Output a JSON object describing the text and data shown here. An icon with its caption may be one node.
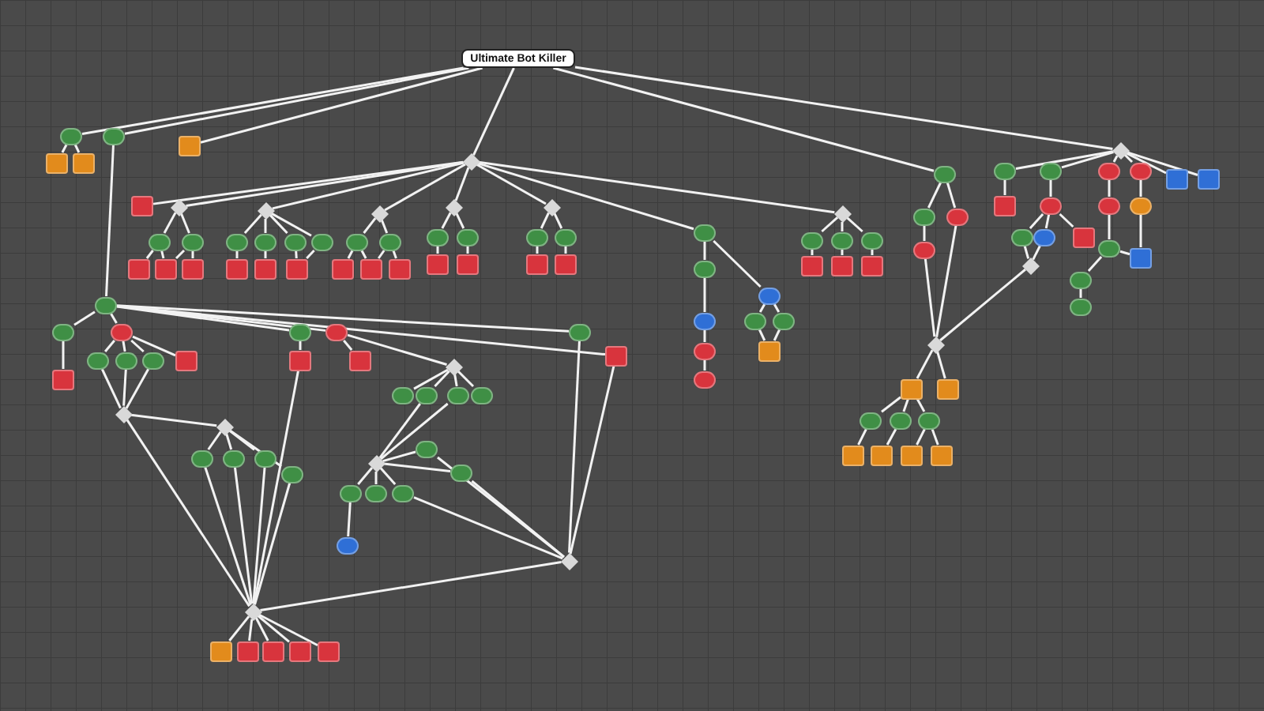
{
  "diagram": {
    "nodes": [
      {
        "text": [
          "Ultimate Bot Killer"
        ]
      },
      {
        "text": [],
        "shape": "circle"
      },
      {
        "text": [],
        "shape": "box"
      },
      {
        "text": [],
        "shape": "box"
      },
      {
        "text": [],
        "shape": "circle"
      },
      {
        "text": [],
        "shape": "box"
      },
      {
        "text": [],
        "shape": "diamond"
      },
      {
        "text": [],
        "shape": "circle"
      },
      {
        "text": [],
        "shape": "diamond"
      },
      {
        "text": [],
        "shape": "box"
      },
      {
        "text": [],
        "shape": "diamond"
      },
      {
        "text": [],
        "shape": "diamond"
      },
      {
        "text": [],
        "shape": "diamond"
      },
      {
        "text": [],
        "shape": "diamond"
      },
      {
        "text": [],
        "shape": "diamond"
      },
      {
        "text": [],
        "shape": "circle"
      },
      {
        "text": [],
        "shape": "diamond"
      },
      {
        "text": [],
        "shape": "circle"
      },
      {
        "text": [],
        "shape": "circle"
      },
      {
        "text": [],
        "shape": "box"
      },
      {
        "text": [],
        "shape": "box"
      },
      {
        "text": [],
        "shape": "box"
      },
      {
        "text": [],
        "shape": "circle"
      },
      {
        "text": [],
        "shape": "circle"
      },
      {
        "text": [],
        "shape": "circle"
      },
      {
        "text": [],
        "shape": "circle"
      },
      {
        "text": [],
        "shape": "box"
      },
      {
        "text": [],
        "shape": "box"
      },
      {
        "text": [],
        "shape": "box"
      },
      {
        "text": [],
        "shape": "circle"
      },
      {
        "text": [],
        "shape": "circle"
      },
      {
        "text": [],
        "shape": "box"
      },
      {
        "text": [],
        "shape": "box"
      },
      {
        "text": [],
        "shape": "box"
      },
      {
        "text": [],
        "shape": "circle"
      },
      {
        "text": [],
        "shape": "circle"
      },
      {
        "text": [],
        "shape": "box"
      },
      {
        "text": [],
        "shape": "box"
      },
      {
        "text": [],
        "shape": "circle"
      },
      {
        "text": [],
        "shape": "circle"
      },
      {
        "text": [],
        "shape": "box"
      },
      {
        "text": [],
        "shape": "box"
      },
      {
        "text": [],
        "shape": "circle"
      },
      {
        "text": [],
        "shape": "circle"
      },
      {
        "text": [],
        "shape": "circle"
      },
      {
        "text": [],
        "shape": "circle"
      },
      {
        "text": [],
        "shape": "circle"
      },
      {
        "text": [],
        "shape": "circle"
      },
      {
        "text": [],
        "shape": "circle"
      },
      {
        "text": [],
        "shape": "box"
      },
      {
        "text": [],
        "shape": "circle"
      },
      {
        "text": [],
        "shape": "circle"
      },
      {
        "text": [],
        "shape": "circle"
      },
      {
        "text": [],
        "shape": "box"
      },
      {
        "text": [],
        "shape": "box"
      },
      {
        "text": [],
        "shape": "box"
      },
      {
        "text": [],
        "shape": "circle"
      },
      {
        "text": [],
        "shape": "circle"
      },
      {
        "text": [],
        "shape": "circle"
      },
      {
        "text": [],
        "shape": "circle"
      },
      {
        "text": [],
        "shape": "box"
      },
      {
        "text": [],
        "shape": "circle"
      },
      {
        "text": [],
        "shape": "circle"
      },
      {
        "text": [],
        "shape": "circle"
      },
      {
        "text": [],
        "shape": "circle"
      },
      {
        "text": [],
        "shape": "box"
      },
      {
        "text": [],
        "shape": "circle"
      },
      {
        "text": [],
        "shape": "circle"
      },
      {
        "text": [],
        "shape": "circle"
      },
      {
        "text": [],
        "shape": "circle"
      },
      {
        "text": [],
        "shape": "circle"
      },
      {
        "text": [],
        "shape": "box"
      },
      {
        "text": [],
        "shape": "box"
      },
      {
        "text": [],
        "shape": "diamond"
      },
      {
        "text": [],
        "shape": "circle"
      },
      {
        "text": [],
        "shape": "circle"
      },
      {
        "text": [],
        "shape": "box"
      },
      {
        "text": [],
        "shape": "circle"
      },
      {
        "text": [],
        "shape": "circle"
      },
      {
        "text": [],
        "shape": "circle"
      },
      {
        "text": [],
        "shape": "circle"
      },
      {
        "text": [],
        "shape": "circle"
      },
      {
        "text": [],
        "shape": "circle"
      },
      {
        "text": [],
        "shape": "box"
      },
      {
        "text": [],
        "shape": "box"
      },
      {
        "text": [],
        "shape": "circle"
      },
      {
        "text": [],
        "shape": "circle"
      },
      {
        "text": [],
        "shape": "circle"
      },
      {
        "text": [],
        "shape": "box"
      },
      {
        "text": [],
        "shape": "diamond"
      },
      {
        "text": [],
        "shape": "diamond"
      },
      {
        "text": [],
        "shape": "circle"
      },
      {
        "text": [],
        "shape": "circle"
      },
      {
        "text": [],
        "shape": "circle"
      },
      {
        "text": [],
        "shape": "circle"
      },
      {
        "text": [],
        "shape": "diamond"
      },
      {
        "text": [],
        "shape": "box"
      },
      {
        "text": [],
        "shape": "box"
      },
      {
        "text": [],
        "shape": "box"
      },
      {
        "text": [],
        "shape": "box"
      },
      {
        "text": [],
        "shape": "box"
      },
      {
        "text": [],
        "shape": "box"
      },
      {
        "text": [],
        "shape": "box"
      },
      {
        "text": [],
        "shape": "diamond"
      },
      {
        "text": [],
        "shape": "circle"
      },
      {
        "text": [],
        "shape": "circle"
      },
      {
        "text": [],
        "shape": "circle"
      },
      {
        "text": [],
        "shape": "circle"
      },
      {
        "text": [],
        "shape": "diamond"
      },
      {
        "text": [],
        "shape": "circle"
      },
      {
        "text": [],
        "shape": "circle"
      },
      {
        "text": [],
        "shape": "circle"
      },
      {
        "text": [],
        "shape": "circle"
      },
      {
        "text": [],
        "shape": "circle"
      },
      {
        "text": [],
        "shape": "circle"
      },
      {
        "text": [],
        "shape": "diamond"
      },
      {
        "text": [],
        "shape": "diamond"
      },
      {
        "text": [],
        "shape": "box"
      },
      {
        "text": [],
        "shape": "box"
      },
      {
        "text": [],
        "shape": "circle"
      },
      {
        "text": [],
        "shape": "circle"
      },
      {
        "text": [],
        "shape": "circle"
      },
      {
        "text": [],
        "shape": "box"
      },
      {
        "text": [],
        "shape": "box"
      },
      {
        "text": [],
        "shape": "box"
      },
      {
        "text": [],
        "shape": "box"
      }
    ],
    "edges": [
      {
        "from": 0,
        "to": 1,
        "arrow": "none"
      },
      {
        "from": 0,
        "to": 4,
        "arrow": "none"
      },
      {
        "from": 0,
        "to": 5,
        "arrow": "none"
      },
      {
        "from": 0,
        "to": 6,
        "arrow": "none"
      },
      {
        "from": 0,
        "to": 7,
        "arrow": "none"
      },
      {
        "from": 0,
        "to": 8,
        "arrow": "none"
      },
      {
        "from": 1,
        "to": 2,
        "arrow": "none"
      },
      {
        "from": 1,
        "to": 3,
        "arrow": "none"
      },
      {
        "from": 4,
        "to": 77,
        "arrow": "none"
      },
      {
        "from": 6,
        "to": 9,
        "arrow": "none"
      },
      {
        "from": 6,
        "to": 10,
        "arrow": "none"
      },
      {
        "from": 6,
        "to": 11,
        "arrow": "none"
      },
      {
        "from": 6,
        "to": 12,
        "arrow": "none"
      },
      {
        "from": 6,
        "to": 13,
        "arrow": "none"
      },
      {
        "from": 6,
        "to": 14,
        "arrow": "none"
      },
      {
        "from": 6,
        "to": 15,
        "arrow": "none"
      },
      {
        "from": 6,
        "to": 16,
        "arrow": "none"
      },
      {
        "from": 10,
        "to": 17,
        "arrow": "none"
      },
      {
        "from": 10,
        "to": 18,
        "arrow": "none"
      },
      {
        "from": 17,
        "to": 19,
        "arrow": "none"
      },
      {
        "from": 17,
        "to": 20,
        "arrow": "none"
      },
      {
        "from": 18,
        "to": 20,
        "arrow": "none"
      },
      {
        "from": 18,
        "to": 21,
        "arrow": "none"
      },
      {
        "from": 11,
        "to": 22,
        "arrow": "none"
      },
      {
        "from": 11,
        "to": 23,
        "arrow": "none"
      },
      {
        "from": 11,
        "to": 24,
        "arrow": "none"
      },
      {
        "from": 11,
        "to": 25,
        "arrow": "none"
      },
      {
        "from": 22,
        "to": 26,
        "arrow": "none"
      },
      {
        "from": 23,
        "to": 27,
        "arrow": "none"
      },
      {
        "from": 24,
        "to": 28,
        "arrow": "none"
      },
      {
        "from": 25,
        "to": 28,
        "arrow": "none"
      },
      {
        "from": 12,
        "to": 29,
        "arrow": "none"
      },
      {
        "from": 12,
        "to": 30,
        "arrow": "none"
      },
      {
        "from": 29,
        "to": 31,
        "arrow": "none"
      },
      {
        "from": 29,
        "to": 32,
        "arrow": "none"
      },
      {
        "from": 30,
        "to": 32,
        "arrow": "none"
      },
      {
        "from": 30,
        "to": 33,
        "arrow": "none"
      },
      {
        "from": 13,
        "to": 34,
        "arrow": "none"
      },
      {
        "from": 13,
        "to": 35,
        "arrow": "none"
      },
      {
        "from": 34,
        "to": 36,
        "arrow": "none"
      },
      {
        "from": 35,
        "to": 37,
        "arrow": "none"
      },
      {
        "from": 14,
        "to": 38,
        "arrow": "none"
      },
      {
        "from": 14,
        "to": 39,
        "arrow": "none"
      },
      {
        "from": 38,
        "to": 40,
        "arrow": "none"
      },
      {
        "from": 39,
        "to": 41,
        "arrow": "none"
      },
      {
        "from": 15,
        "to": 42,
        "arrow": "none"
      },
      {
        "from": 42,
        "to": 43,
        "arrow": "none"
      },
      {
        "from": 43,
        "to": 44,
        "arrow": "none"
      },
      {
        "from": 44,
        "to": 45,
        "arrow": "none"
      },
      {
        "from": 15,
        "to": 46,
        "arrow": "none"
      },
      {
        "from": 46,
        "to": 47,
        "arrow": "none"
      },
      {
        "from": 46,
        "to": 48,
        "arrow": "none"
      },
      {
        "from": 47,
        "to": 49,
        "arrow": "none"
      },
      {
        "from": 48,
        "to": 49,
        "arrow": "none"
      },
      {
        "from": 16,
        "to": 50,
        "arrow": "none"
      },
      {
        "from": 16,
        "to": 51,
        "arrow": "none"
      },
      {
        "from": 16,
        "to": 52,
        "arrow": "none"
      },
      {
        "from": 50,
        "to": 53,
        "arrow": "none"
      },
      {
        "from": 51,
        "to": 54,
        "arrow": "none"
      },
      {
        "from": 52,
        "to": 55,
        "arrow": "none"
      },
      {
        "from": 7,
        "to": 56,
        "arrow": "none"
      },
      {
        "from": 7,
        "to": 58,
        "arrow": "none"
      },
      {
        "from": 56,
        "to": 57,
        "arrow": "none"
      },
      {
        "from": 57,
        "to": 116,
        "arrow": "none"
      },
      {
        "from": 58,
        "to": 116,
        "arrow": "none"
      },
      {
        "from": 8,
        "to": 59,
        "arrow": "none"
      },
      {
        "from": 8,
        "to": 61,
        "arrow": "none"
      },
      {
        "from": 8,
        "to": 66,
        "arrow": "none"
      },
      {
        "from": 8,
        "to": 69,
        "arrow": "none"
      },
      {
        "from": 8,
        "to": 71,
        "arrow": "none"
      },
      {
        "from": 8,
        "to": 72,
        "arrow": "none"
      },
      {
        "from": 59,
        "to": 60,
        "arrow": "none"
      },
      {
        "from": 61,
        "to": 62,
        "arrow": "none"
      },
      {
        "from": 62,
        "to": 63,
        "arrow": "none"
      },
      {
        "from": 62,
        "to": 64,
        "arrow": "none"
      },
      {
        "from": 62,
        "to": 65,
        "arrow": "none"
      },
      {
        "from": 63,
        "to": 73,
        "arrow": "none"
      },
      {
        "from": 64,
        "to": 73,
        "arrow": "none"
      },
      {
        "from": 73,
        "to": 116,
        "arrow": "none"
      },
      {
        "from": 66,
        "to": 67,
        "arrow": "none"
      },
      {
        "from": 67,
        "to": 68,
        "arrow": "none"
      },
      {
        "from": 68,
        "to": 74,
        "arrow": "none"
      },
      {
        "from": 74,
        "to": 75,
        "arrow": "none"
      },
      {
        "from": 68,
        "to": 76,
        "arrow": "none"
      },
      {
        "from": 69,
        "to": 70,
        "arrow": "none"
      },
      {
        "from": 70,
        "to": 76,
        "arrow": "none"
      },
      {
        "from": 116,
        "to": 117,
        "arrow": "none"
      },
      {
        "from": 116,
        "to": 118,
        "arrow": "none"
      },
      {
        "from": 117,
        "to": 119,
        "arrow": "none"
      },
      {
        "from": 117,
        "to": 120,
        "arrow": "none"
      },
      {
        "from": 117,
        "to": 121,
        "arrow": "none"
      },
      {
        "from": 119,
        "to": 122,
        "arrow": "none"
      },
      {
        "from": 120,
        "to": 123,
        "arrow": "none"
      },
      {
        "from": 121,
        "to": 124,
        "arrow": "none"
      },
      {
        "from": 121,
        "to": 125,
        "arrow": "none"
      },
      {
        "from": 77,
        "to": 78,
        "arrow": "none"
      },
      {
        "from": 77,
        "to": 79,
        "arrow": "none"
      },
      {
        "from": 77,
        "to": 80,
        "arrow": "none"
      },
      {
        "from": 77,
        "to": 81,
        "arrow": "none"
      },
      {
        "from": 77,
        "to": 82,
        "arrow": "none"
      },
      {
        "from": 77,
        "to": 83,
        "arrow": "none"
      },
      {
        "from": 78,
        "to": 84,
        "arrow": "none"
      },
      {
        "from": 79,
        "to": 85,
        "arrow": "none"
      },
      {
        "from": 79,
        "to": 86,
        "arrow": "none"
      },
      {
        "from": 79,
        "to": 87,
        "arrow": "none"
      },
      {
        "from": 79,
        "to": 88,
        "arrow": "none"
      },
      {
        "from": 85,
        "to": 89,
        "arrow": "none"
      },
      {
        "from": 86,
        "to": 89,
        "arrow": "none"
      },
      {
        "from": 87,
        "to": 89,
        "arrow": "none"
      },
      {
        "from": 89,
        "to": 90,
        "arrow": "none"
      },
      {
        "from": 90,
        "to": 91,
        "arrow": "none"
      },
      {
        "from": 90,
        "to": 92,
        "arrow": "none"
      },
      {
        "from": 90,
        "to": 93,
        "arrow": "none"
      },
      {
        "from": 90,
        "to": 94,
        "arrow": "none"
      },
      {
        "from": 89,
        "to": 95,
        "arrow": "none"
      },
      {
        "from": 91,
        "to": 95,
        "arrow": "none"
      },
      {
        "from": 92,
        "to": 95,
        "arrow": "none"
      },
      {
        "from": 93,
        "to": 95,
        "arrow": "none"
      },
      {
        "from": 94,
        "to": 95,
        "arrow": "none"
      },
      {
        "from": 95,
        "to": 96,
        "arrow": "none"
      },
      {
        "from": 95,
        "to": 97,
        "arrow": "none"
      },
      {
        "from": 95,
        "to": 98,
        "arrow": "none"
      },
      {
        "from": 95,
        "to": 99,
        "arrow": "none"
      },
      {
        "from": 95,
        "to": 100,
        "arrow": "none"
      },
      {
        "from": 80,
        "to": 101,
        "arrow": "none"
      },
      {
        "from": 101,
        "to": 95,
        "arrow": "none"
      },
      {
        "from": 81,
        "to": 102,
        "arrow": "none"
      },
      {
        "from": 81,
        "to": 103,
        "arrow": "none"
      },
      {
        "from": 103,
        "to": 104,
        "arrow": "none"
      },
      {
        "from": 103,
        "to": 105,
        "arrow": "none"
      },
      {
        "from": 103,
        "to": 106,
        "arrow": "none"
      },
      {
        "from": 103,
        "to": 107,
        "arrow": "none"
      },
      {
        "from": 105,
        "to": 108,
        "arrow": "none"
      },
      {
        "from": 106,
        "to": 108,
        "arrow": "none"
      },
      {
        "from": 108,
        "to": 109,
        "arrow": "none"
      },
      {
        "from": 108,
        "to": 110,
        "arrow": "none"
      },
      {
        "from": 108,
        "to": 111,
        "arrow": "none"
      },
      {
        "from": 109,
        "to": 112,
        "arrow": "none"
      },
      {
        "from": 108,
        "to": 113,
        "arrow": "none"
      },
      {
        "from": 108,
        "to": 114,
        "arrow": "none"
      },
      {
        "from": 113,
        "to": 115,
        "arrow": "none"
      },
      {
        "from": 114,
        "to": 115,
        "arrow": "none"
      },
      {
        "from": 82,
        "to": 115,
        "arrow": "none"
      },
      {
        "from": 83,
        "to": 115,
        "arrow": "none"
      },
      {
        "from": 95,
        "to": 115,
        "arrow": "none"
      },
      {
        "from": 111,
        "to": 115,
        "arrow": "none"
      }
    ]
  }
}
